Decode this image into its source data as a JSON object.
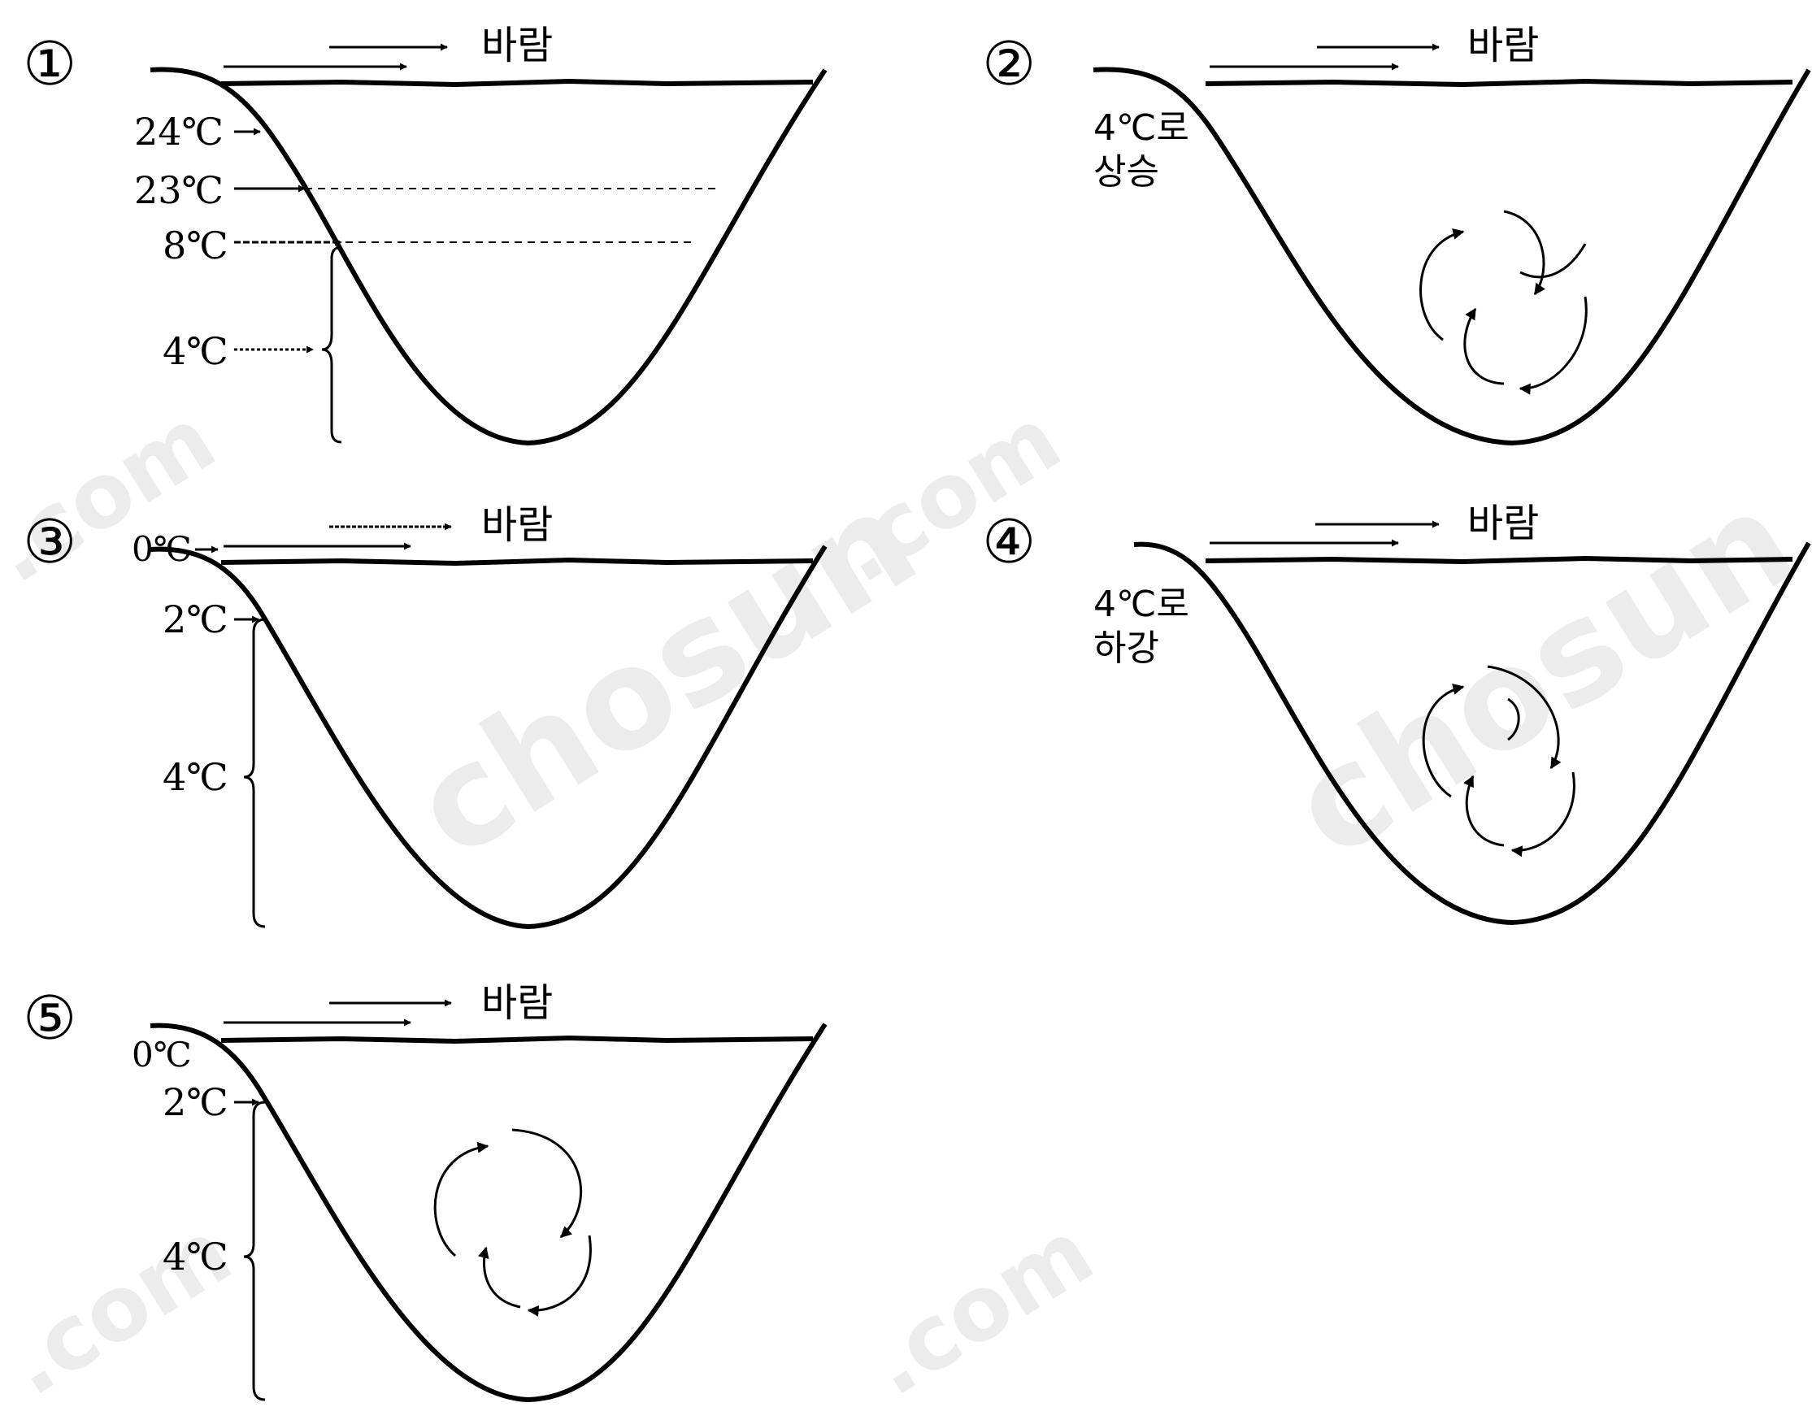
{
  "wind_label": "바람",
  "watermark_text": "chosun",
  "watermark_suffix": ".com",
  "panels": [
    {
      "number": "①",
      "temp_labels": [
        "24℃",
        "23℃",
        "8℃",
        "4℃"
      ]
    },
    {
      "number": "②",
      "side_note": [
        "4℃로",
        "상승"
      ]
    },
    {
      "number": "③",
      "temp_labels": [
        "0℃",
        "2℃",
        "4℃"
      ]
    },
    {
      "number": "④",
      "side_note": [
        "4℃로",
        "하강"
      ]
    },
    {
      "number": "⑤",
      "temp_labels": [
        "0℃",
        "2℃",
        "4℃"
      ]
    }
  ]
}
